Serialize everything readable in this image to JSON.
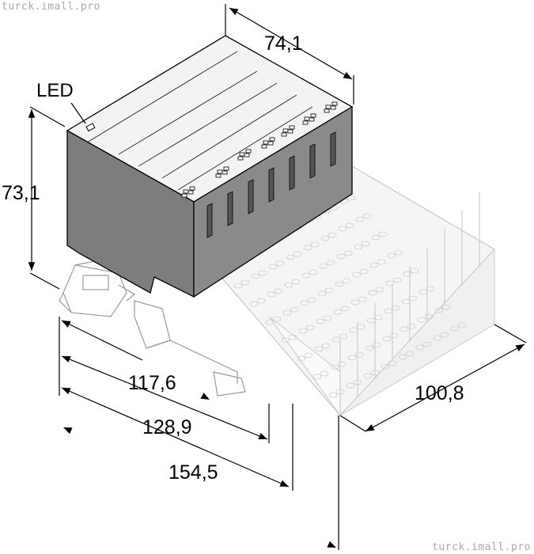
{
  "watermark": {
    "top": "turck.imall.pro",
    "bottom": "turck.imall.pro"
  },
  "labels": {
    "led": "LED"
  },
  "dimensions": {
    "width": "74,1",
    "height": "73,1",
    "depth": "100,8",
    "length_1": "117,6",
    "length_2": "128,9",
    "length_3": "154,5"
  },
  "colors": {
    "housing_front": "#7a7a7a",
    "housing_top": "#f2f2f2",
    "terminal_block": "#f4f4f4",
    "line": "#000000",
    "ghost_line": "#9a9a9a"
  }
}
